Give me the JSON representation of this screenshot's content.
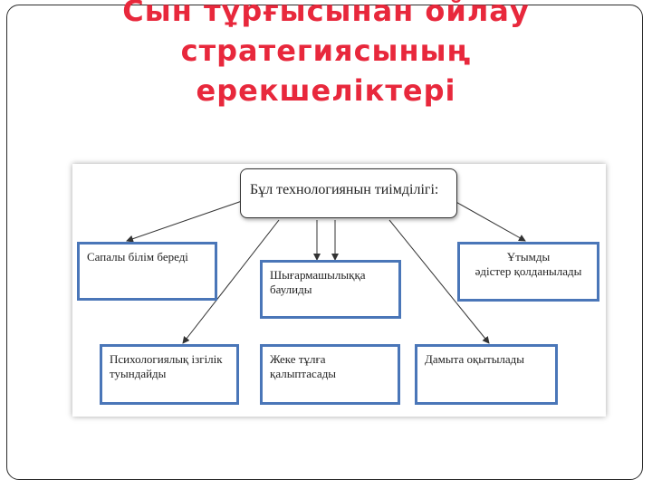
{
  "title": {
    "line1": "Сын тұрғысынан ойлау",
    "line2": "стратегиясының",
    "line3": "ерекшеліктері"
  },
  "diagram": {
    "root": "Бұл технологиянын тиімділігі:",
    "nodes": {
      "quality": "Сапалы білім береді",
      "creativity_l1": "Шығармашылыққа",
      "creativity_l2": "баулиды",
      "methods_l1": "Ұтымды",
      "methods_l2": "әдістер қолданылады",
      "psych_l1": "Психологиялық ізгілік",
      "psych_l2": "туындайды",
      "personality_l1": "Жеке тұлға",
      "personality_l2": "қалыптасады",
      "developmental": "Дамыта оқытылады"
    }
  }
}
